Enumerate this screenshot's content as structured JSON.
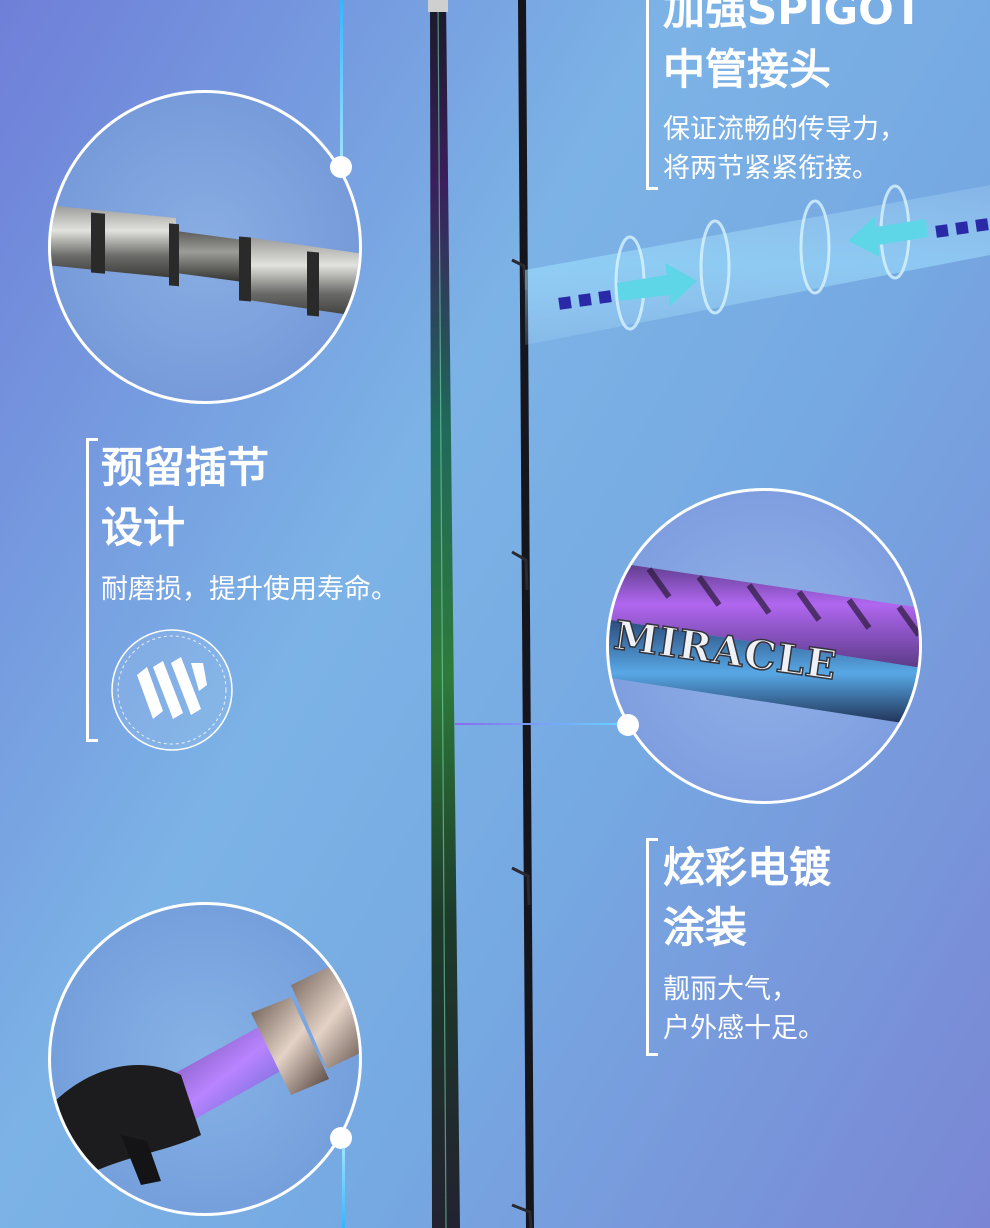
{
  "spigot": {
    "title_line1": "加强SPIGOT",
    "title_line2": "中管接头",
    "desc_line1": "保证流畅的传导力，",
    "desc_line2": "将两节紧紧衔接。"
  },
  "reserve": {
    "title_line1": "预留插节",
    "title_line2": "设计",
    "desc": "耐磨损，提升使用寿命。"
  },
  "coating": {
    "title_line1": "炫彩电镀",
    "title_line2": "涂装",
    "desc_line1": "靓丽大气，",
    "desc_line2": "户外感十足。"
  },
  "rod_branding": "MIRACLE",
  "icons": {
    "wear_resistant": "wear-resistant-stripes-icon",
    "arrow_in": "arrow-right-icon",
    "arrow_out": "arrow-left-icon"
  },
  "colors": {
    "accent_line": "#33b6ff",
    "text": "#ffffff",
    "rod_purple": "#9b4fd8",
    "rod_blue": "#4aa7e0"
  }
}
